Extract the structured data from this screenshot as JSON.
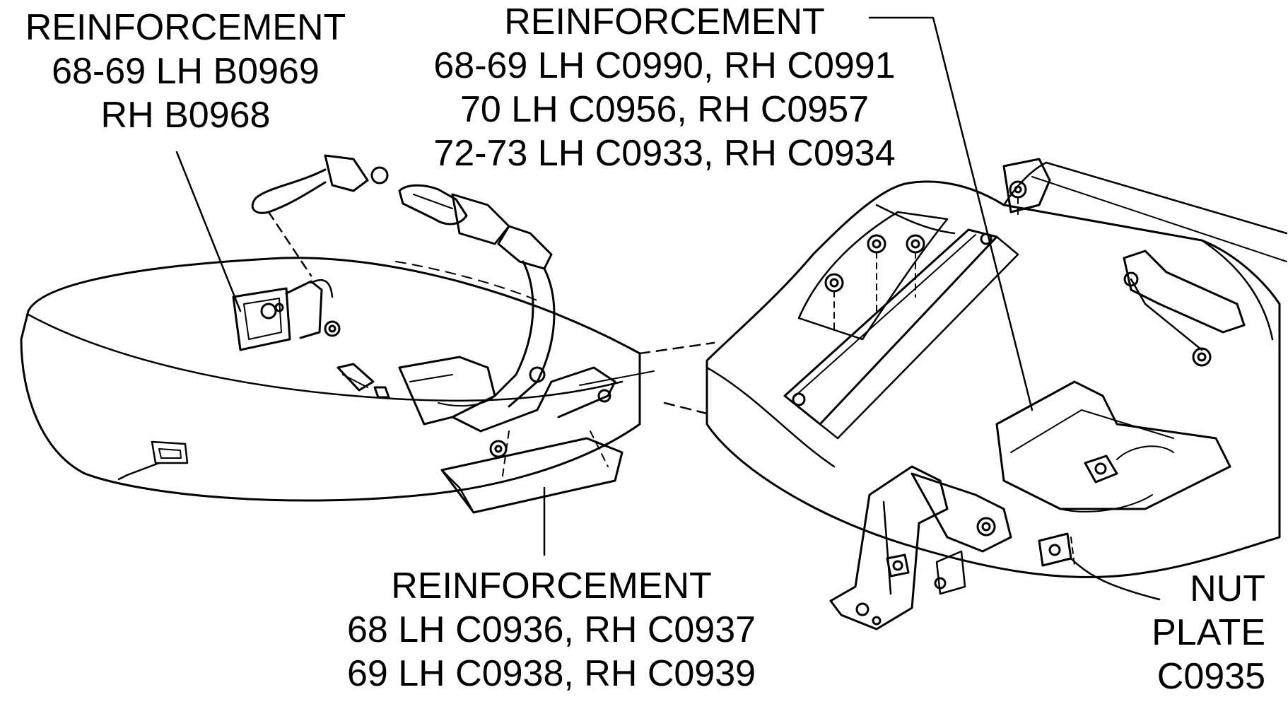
{
  "labels": {
    "left_reinforcement": {
      "line1": "REINFORCEMENT",
      "line2": "68-69 LH B0969",
      "line3": "RH B0968"
    },
    "top_reinforcement": {
      "line1": "REINFORCEMENT",
      "line2": "68-69 LH C0990, RH C0991",
      "line3": "70 LH C0956, RH C0957",
      "line4": "72-73 LH C0933, RH C0934"
    },
    "bottom_reinforcement": {
      "line1": "REINFORCEMENT",
      "line2": "68 LH C0936, RH C0937",
      "line3": "69 LH C0938, RH C0939"
    },
    "nut_plate": {
      "line1": "NUT",
      "line2": "PLATE",
      "line3": "C0935"
    }
  }
}
